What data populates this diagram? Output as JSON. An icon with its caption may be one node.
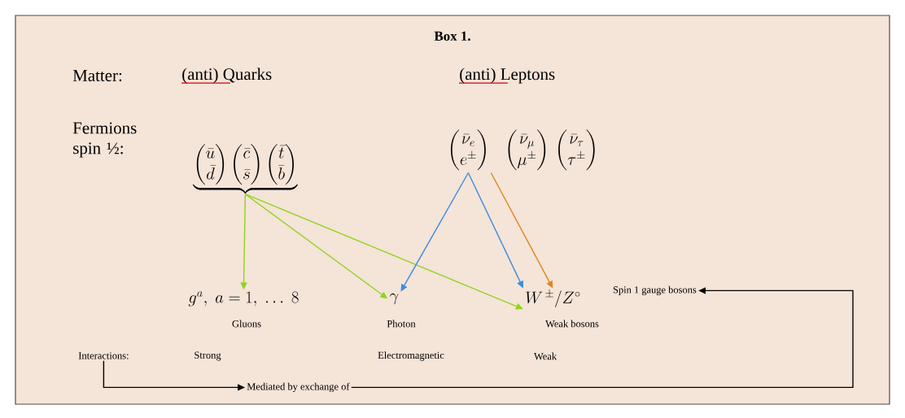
{
  "diagram": {
    "nodes": [
      {
        "text": [
          "Box 1."
        ]
      },
      {
        "text": [
          "\\underbrace{\\begin{pmatrix}\\bar{u}\\\\ \\bar{d}\\end{pmatrix}\\begin{pmatrix}\\bar{c}\\\\ \\bar{s}\\end{pmatrix}\\begin{pmatrix}\\bar{t}\\\\ \\bar{b}\\end{pmatrix}}"
        ],
        "in": 0
      },
      {
        "text": [
          "\\begin{pmatrix}\\bar{\\nu}_e\\\\ e^{\\pm}\\end{pmatrix}"
        ],
        "in": 0
      },
      {
        "text": [
          "\\begin{pmatrix}\\bar{\\nu}_\\mu\\\\ \\mu^{\\pm}\\end{pmatrix}"
        ],
        "in": 0
      },
      {
        "text": [
          "\\begin{pmatrix}\\bar{\\nu}_\\tau\\\\ \\tau^{\\pm}\\end{pmatrix}"
        ],
        "in": 0
      },
      {
        "text": [
          "g^a,\\ a = 1,\\ \\ldots\\ 8"
        ],
        "beside": [
          "Gluons"
        ],
        "in": 0
      },
      {
        "text": [
          "\\gamma"
        ],
        "beside": [
          "Photon"
        ],
        "in": 0
      },
      {
        "text": [
          "W^{\\,\\pm}/Z^{\\circ}"
        ],
        "beside": [
          "Weak bosons"
        ],
        "in": 0
      },
      {
        "text": [
          "Spin 1 gauge bosons"
        ],
        "in": 0
      },
      {
        "text": [
          "Interactions:"
        ],
        "in": 0
      },
      {
        "text": [
          "Mediated by exchange of"
        ],
        "in": 0
      }
    ],
    "edges": [
      {
        "from": 1,
        "to": 5,
        "arrow": "to",
        "color": "#8fd41e"
      },
      {
        "from": 1,
        "to": 6,
        "arrow": "to",
        "color": "#8fd41e"
      },
      {
        "from": 1,
        "to": 7,
        "arrow": "to",
        "color": "#8fd41e"
      },
      {
        "from": 2,
        "to": 6,
        "arrow": "to",
        "color": "#3b8de0"
      },
      {
        "from": 2,
        "to": 7,
        "arrow": "to",
        "color": "#3b8de0"
      },
      {
        "from": 2,
        "to": 7,
        "arrow": "to",
        "color": "#e0861e"
      },
      {
        "from": 9,
        "to": 10,
        "arrow": "to",
        "color": "#000000"
      },
      {
        "from": 10,
        "to": 8,
        "arrow": "to",
        "color": "#000000"
      }
    ],
    "labels": [
      "Matter:",
      "(anti) Quarks",
      "(anti) Leptons",
      "Fermions spin ½:",
      "Strong",
      "Electromagnetic",
      "Weak"
    ]
  }
}
